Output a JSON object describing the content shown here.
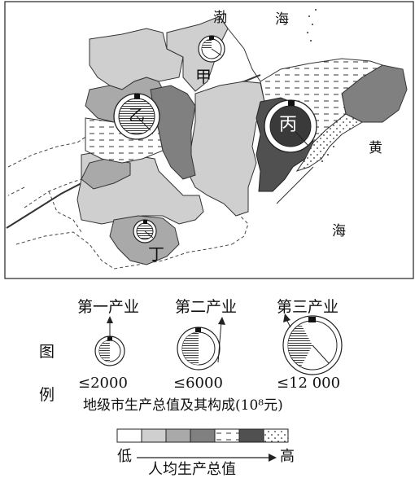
{
  "sea_labels": {
    "bohai_1": "渤",
    "bohai_2": "海",
    "huang_1": "黄",
    "huang_2": "海"
  },
  "cities": {
    "jia": "甲",
    "yi": "乙",
    "bing": "丙",
    "ding": "丁"
  },
  "legend": {
    "title_1": "图",
    "title_2": "例",
    "industries": [
      "第一产业",
      "第二产业",
      "第三产业"
    ],
    "sizes": [
      "≤2000",
      "≤6000",
      "≤12 000"
    ],
    "circle_caption": "地级市生产总值及其构成(10⁸元)",
    "low": "低",
    "high": "高",
    "axis_label": "人均生产总值",
    "class_fills": [
      "white",
      "light-gray",
      "gray",
      "dark-gray",
      "dashed",
      "darkest",
      "dotted"
    ]
  },
  "colors": {
    "light_gray": "#cfcfcf",
    "mid_gray": "#a9a9a9",
    "dark_gray": "#808080",
    "darkest": "#505050"
  }
}
